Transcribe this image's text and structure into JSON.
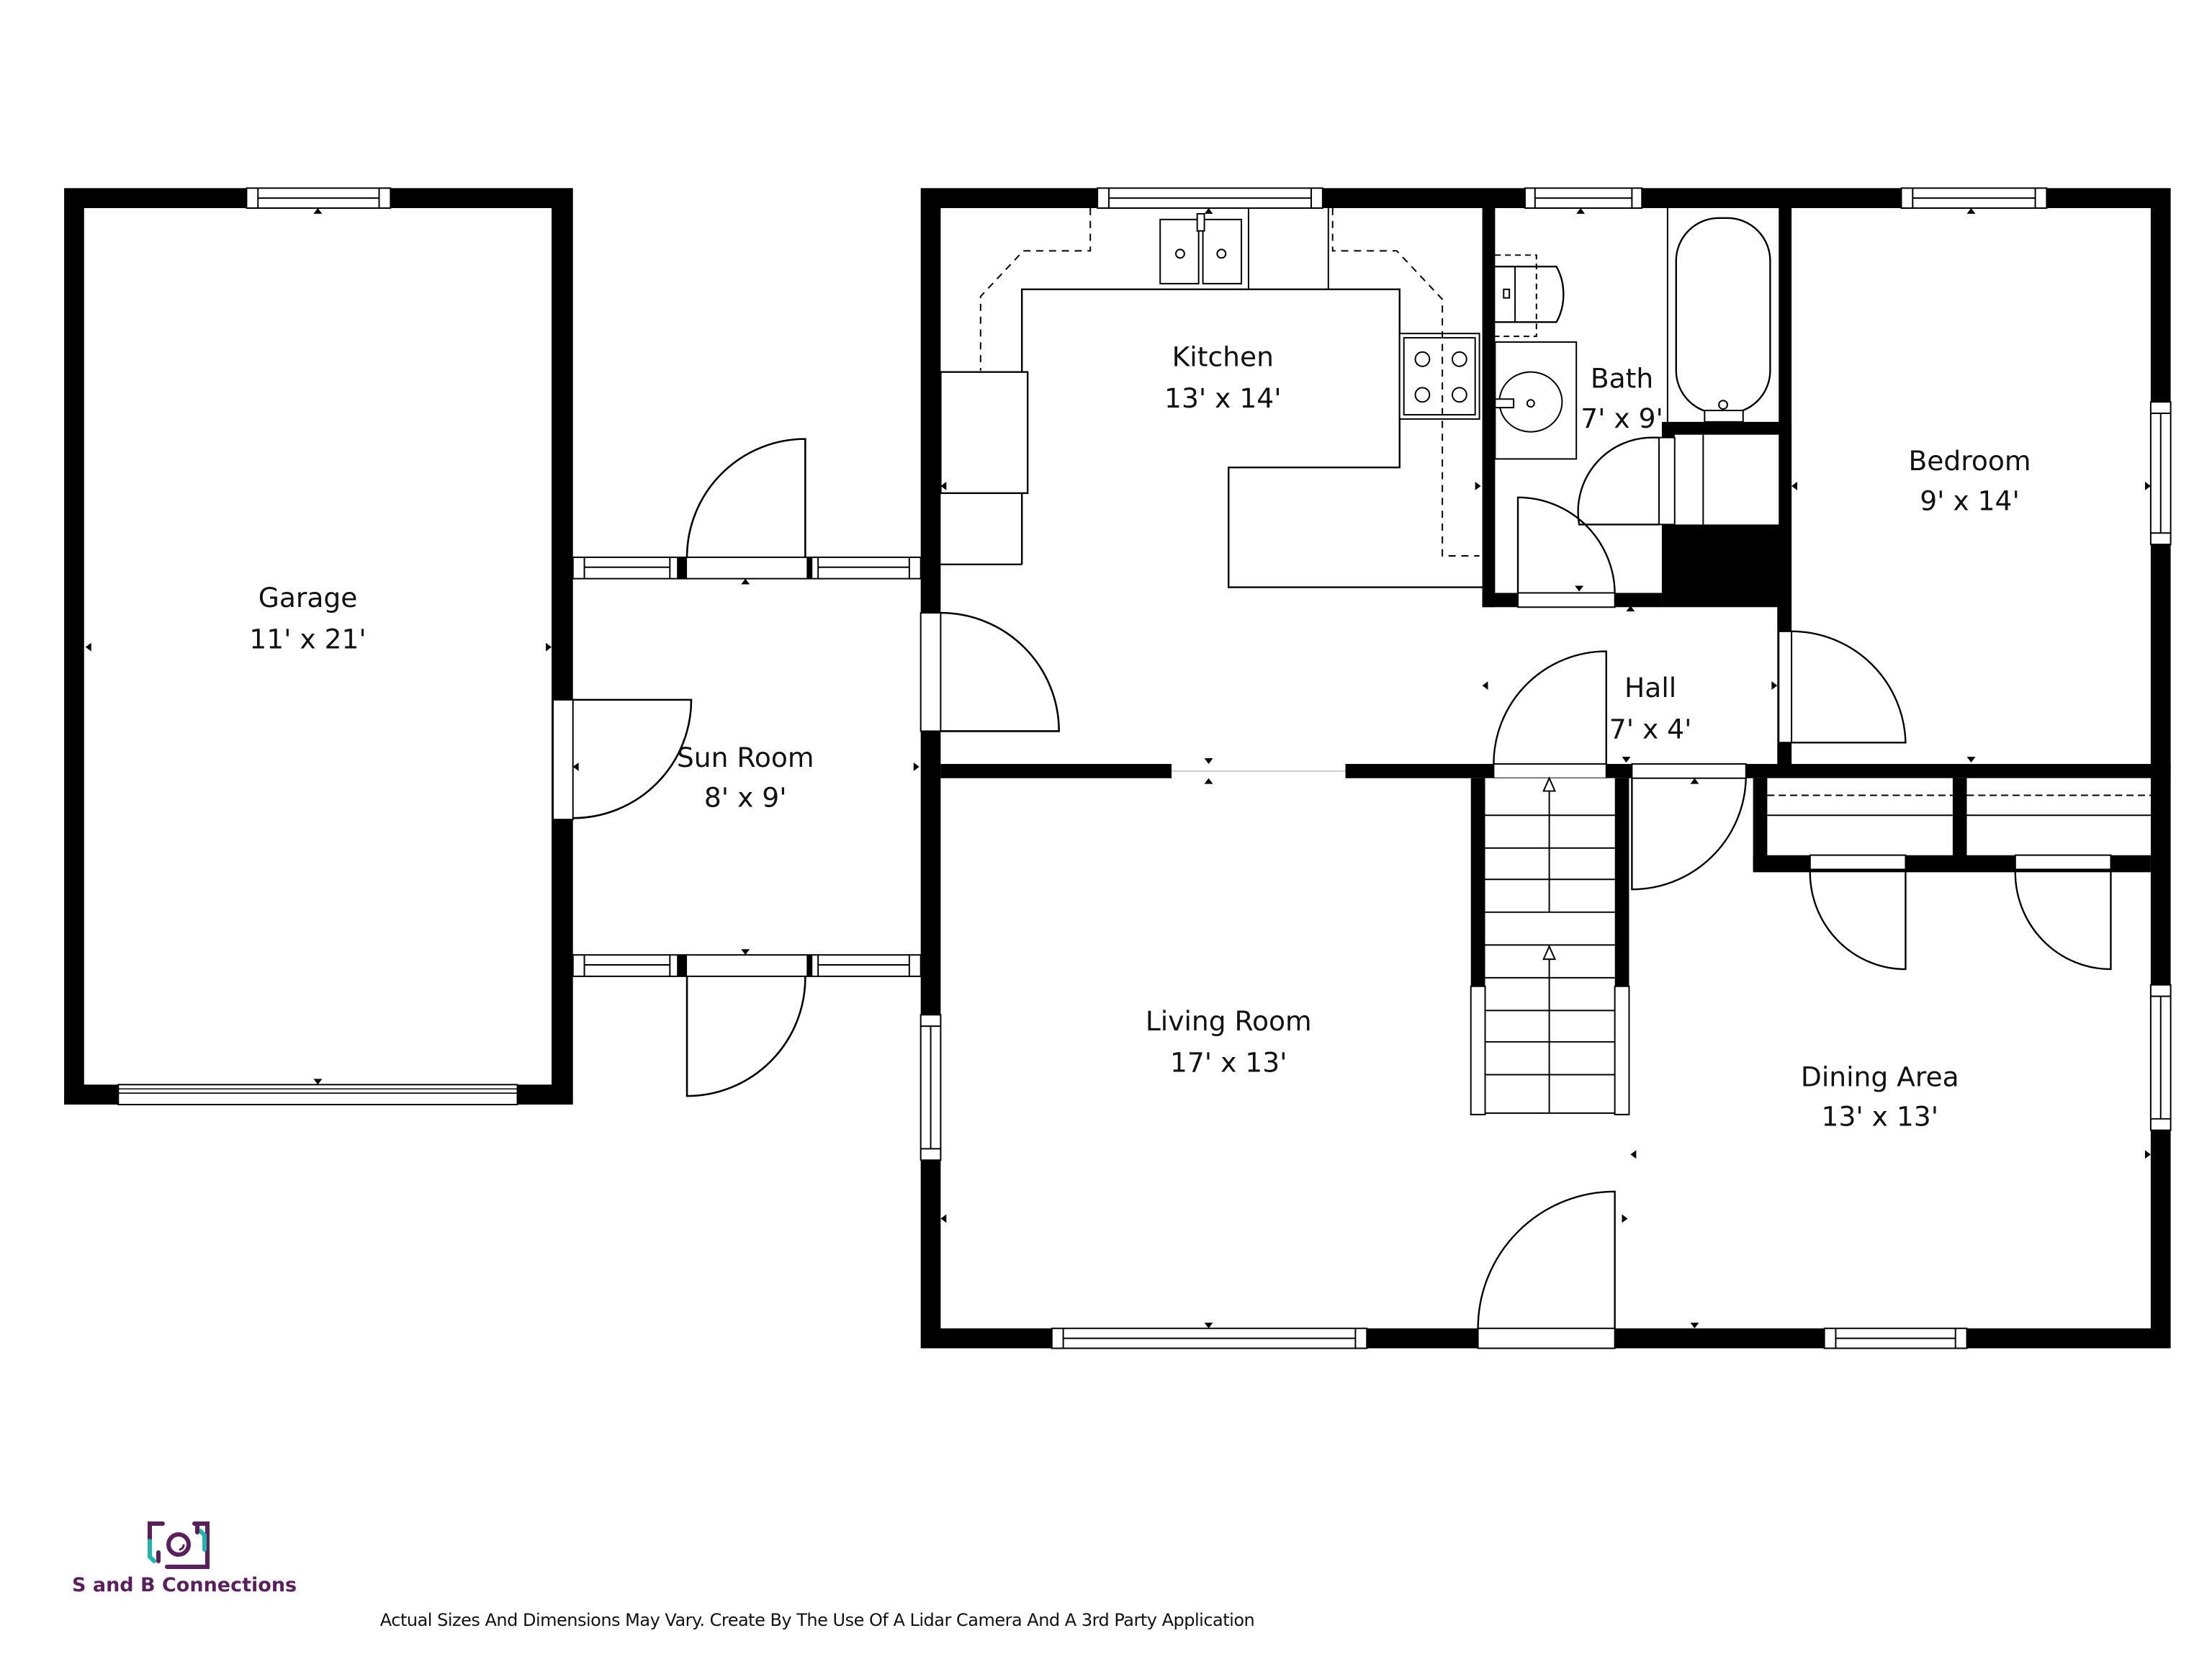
{
  "rooms": {
    "garage": {
      "label": "Garage",
      "dims": "11' x 21'"
    },
    "sun_room": {
      "label": "Sun Room",
      "dims": "8' x 9'"
    },
    "kitchen": {
      "label": "Kitchen",
      "dims": "13' x 14'"
    },
    "bath": {
      "label": "Bath",
      "dims": "7' x 9'"
    },
    "bedroom": {
      "label": "Bedroom",
      "dims": "9' x 14'"
    },
    "hall": {
      "label": "Hall",
      "dims": "7' x 4'"
    },
    "living_room": {
      "label": "Living Room",
      "dims": "17' x 13'"
    },
    "dining_area": {
      "label": "Dining Area",
      "dims": "13' x 13'"
    }
  },
  "branding": {
    "company": "S and B Connections",
    "logo_icon": "camera-frame-icon",
    "colors": {
      "purple": "#5b1f5e",
      "teal": "#1fb5b0"
    }
  },
  "footer": {
    "disclaimer": "Actual Sizes And Dimensions May Vary. Create By The Use Of A Lidar Camera And A 3rd Party Application"
  },
  "colors": {
    "wall": "#000000",
    "background": "#ffffff"
  }
}
